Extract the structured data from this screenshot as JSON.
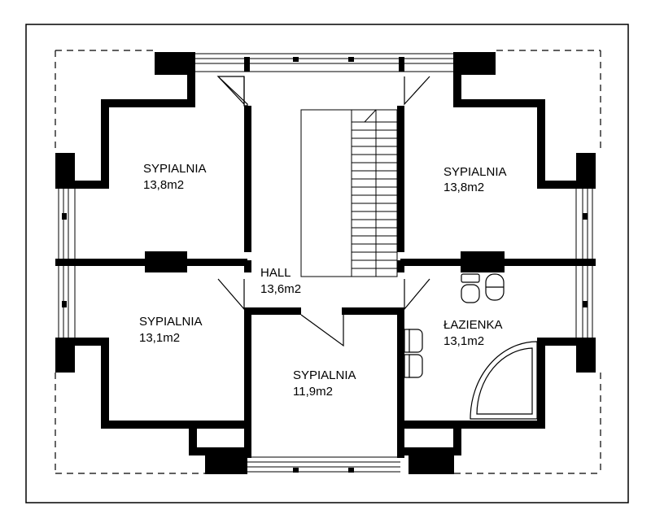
{
  "rooms": [
    {
      "name": "SYPIALNIA",
      "area": "13,8m2"
    },
    {
      "name": "SYPIALNIA",
      "area": "13,8m2"
    },
    {
      "name": "HALL",
      "area": "13,6m2"
    },
    {
      "name": "SYPIALNIA",
      "area": "13,1m2"
    },
    {
      "name": "ŁAZIENKA",
      "area": "13,1m2"
    },
    {
      "name": "SYPIALNIA",
      "area": "11,9m2"
    }
  ],
  "colors": {
    "wall": "#000000",
    "line": "#000000",
    "background": "#ffffff"
  }
}
